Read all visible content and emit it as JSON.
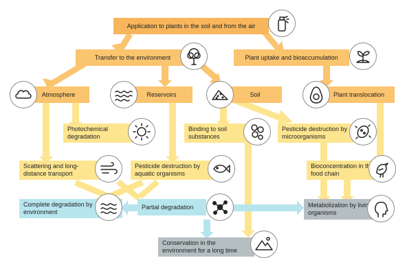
{
  "colors": {
    "orange": "#f8b65c",
    "light_orange": "#fbc46f",
    "yellow": "#fde58f",
    "cyan": "#b7e5ee",
    "gray": "#b5bfc2"
  },
  "nodes": {
    "application": "Application to plants in the soil and from the air",
    "transfer": "Transfer to the environment",
    "plant_uptake": "Plant uptake and bioaccumulation",
    "atmosphere": "Atmosphere",
    "reservoirs": "Reservoirs",
    "soil": "Soil",
    "plant_translocation": "Plant translocation",
    "photochemical": "Photochemical degradation",
    "binding_soil": "Binding to soil substances",
    "destruction_micro": "Pesticide destruction by microorganisms",
    "scattering": "Scattering and long-distance transport",
    "destruction_aquatic": "Pesticide destruction by aquatic organisms",
    "bioconcentration": "Bioconcentration in the food chain",
    "complete_degradation": "Complete degradation by environment",
    "partial_degradation": "Partial degradation",
    "metabolization": "Metabolization by living organisms",
    "conservation": "Conservation in the environment for a long time"
  },
  "icons": [
    "spray-bottle-icon",
    "tree-icon",
    "sprout-icon",
    "cloud-icon",
    "waves-icon",
    "soil-pile-icon",
    "avocado-icon",
    "sun-icon",
    "molecule-cluster-icon",
    "microorganism-icon",
    "wind-icon",
    "fish-icon",
    "bird-icon",
    "swirl-water-icon",
    "network-icon",
    "human-head-icon",
    "mountain-icon"
  ]
}
